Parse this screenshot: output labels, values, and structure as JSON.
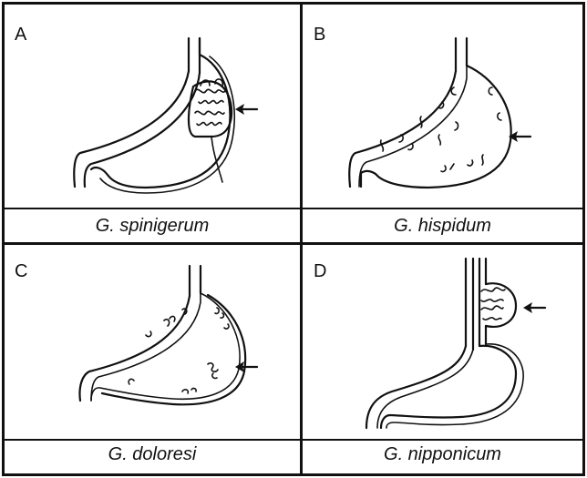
{
  "panels": [
    {
      "letter": "A",
      "caption": "G. spinigerum"
    },
    {
      "letter": "B",
      "caption": "G. hispidum"
    },
    {
      "letter": "C",
      "caption": "G. doloresi"
    },
    {
      "letter": "D",
      "caption": "G. nipponicum"
    }
  ]
}
